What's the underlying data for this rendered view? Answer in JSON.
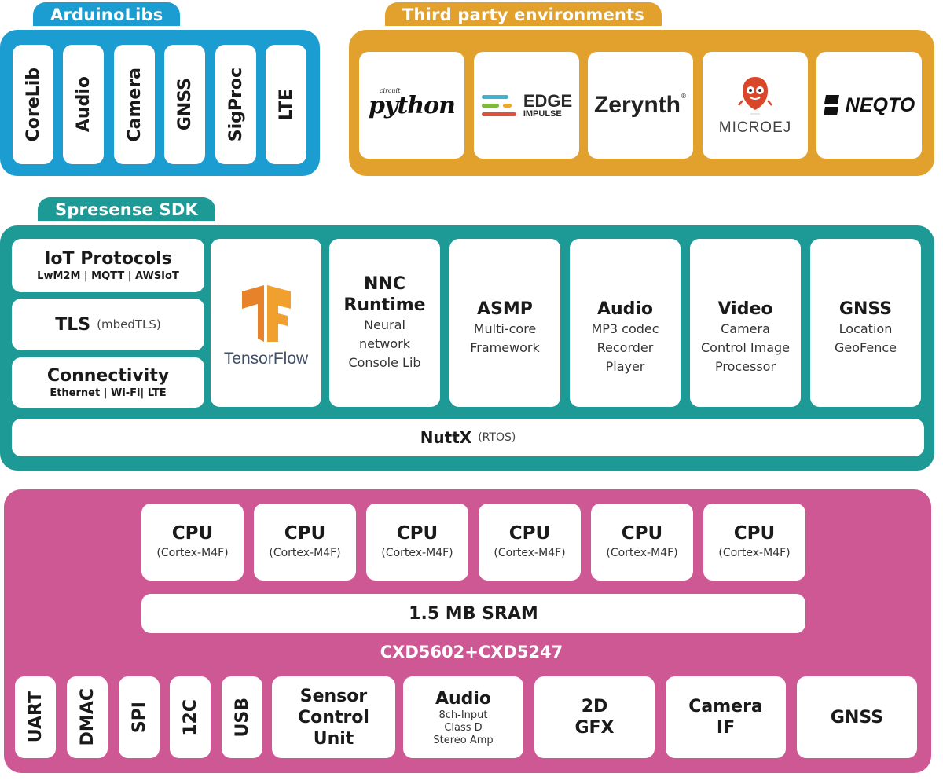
{
  "arduino": {
    "title": "ArduinoLibs",
    "color": "#1b9dd1",
    "items": [
      "CoreLib",
      "Audio",
      "Camera",
      "GNSS",
      "SigProc",
      "LTE"
    ]
  },
  "third_party": {
    "title": "Third party environments",
    "color": "#e2a12c",
    "items": [
      {
        "name": "python",
        "small": "circuit",
        "icon": "python-logo"
      },
      {
        "name": "EDGE",
        "sub": "IMPULSE",
        "icon": "edge-impulse-logo"
      },
      {
        "name": "Zerynth",
        "mark": "®",
        "icon": "zerynth-logo"
      },
      {
        "name": "MICROEJ",
        "icon": "microej-mascot"
      },
      {
        "name": "NEQTO",
        "icon": "neqto-logo"
      }
    ]
  },
  "sdk": {
    "title": "Spresense SDK",
    "color": "#1e9a96",
    "iot": {
      "title": "IoT Protocols",
      "sub": "LwM2M | MQTT | AWSIoT"
    },
    "tls": {
      "title": "TLS",
      "sub": "(mbedTLS)"
    },
    "connectivity": {
      "title": "Connectivity",
      "sub": "Ethernet | Wi-Fi| LTE"
    },
    "tensorflow": {
      "label": "TensorFlow",
      "icon": "tensorflow-logo"
    },
    "modules": [
      {
        "title": "NNC Runtime",
        "lines": [
          "Neural",
          "network",
          "Console Lib"
        ]
      },
      {
        "title": "ASMP",
        "lines": [
          "Multi-core",
          "Framework"
        ]
      },
      {
        "title": "Audio",
        "lines": [
          "MP3 codec",
          "Recorder",
          "Player"
        ]
      },
      {
        "title": "Video",
        "lines": [
          "Camera",
          "Control Image",
          "Processor"
        ]
      },
      {
        "title": "GNSS",
        "lines": [
          "Location",
          "GeoFence"
        ]
      }
    ],
    "rtos": {
      "title": "NuttX",
      "sub": "(RTOS)"
    }
  },
  "hardware": {
    "color": "#cd5893",
    "cpus": [
      {
        "title": "CPU",
        "sub": "(Cortex-M4F)"
      },
      {
        "title": "CPU",
        "sub": "(Cortex-M4F)"
      },
      {
        "title": "CPU",
        "sub": "(Cortex-M4F)"
      },
      {
        "title": "CPU",
        "sub": "(Cortex-M4F)"
      },
      {
        "title": "CPU",
        "sub": "(Cortex-M4F)"
      },
      {
        "title": "CPU",
        "sub": "(Cortex-M4F)"
      }
    ],
    "sram": "1.5 MB SRAM",
    "chip": "CXD5602+CXD5247",
    "peripherals_vertical": [
      "UART",
      "DMAC",
      "SPI",
      "12C",
      "USB"
    ],
    "sensor": {
      "lines": [
        "Sensor",
        "Control",
        "Unit"
      ]
    },
    "audio": {
      "title": "Audio",
      "lines": [
        "8ch-Input",
        "Class D",
        "Stereo Amp"
      ]
    },
    "gfx": {
      "lines": [
        "2D",
        "GFX"
      ]
    },
    "camera_if": {
      "lines": [
        "Camera",
        "IF"
      ]
    },
    "gnss": "GNSS"
  }
}
